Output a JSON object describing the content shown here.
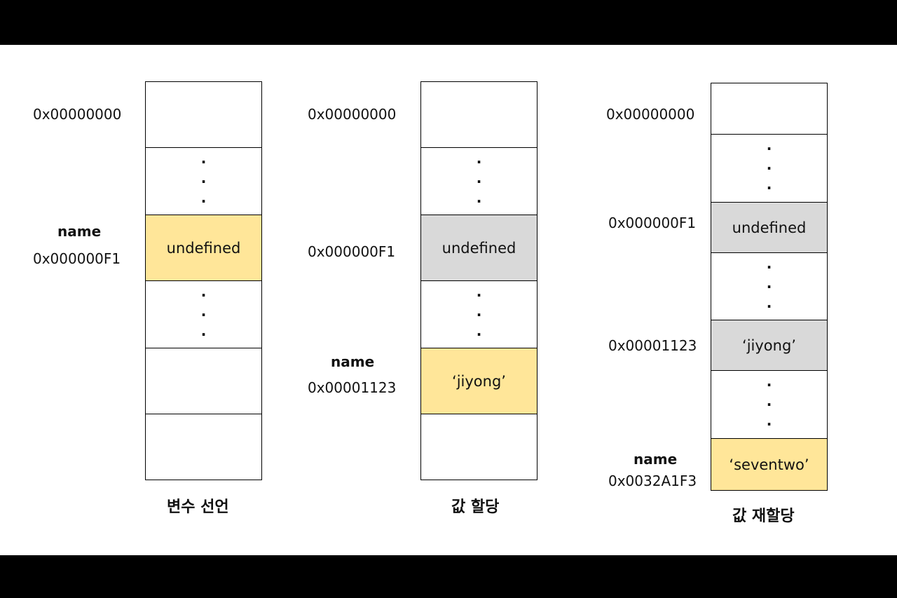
{
  "panels": [
    {
      "caption": "변수 선언",
      "variable": "name",
      "addresses": [
        "0x00000000",
        "0x000000F1"
      ],
      "cells": [
        {
          "kind": "empty"
        },
        {
          "kind": "dots",
          "dots": "· · ·"
        },
        {
          "kind": "value",
          "value": "undefined",
          "highlight": "yellow"
        },
        {
          "kind": "dots",
          "dots": "· · ·"
        },
        {
          "kind": "empty"
        },
        {
          "kind": "empty"
        }
      ]
    },
    {
      "caption": "값 할당",
      "variable": "name",
      "addresses": [
        "0x00000000",
        "0x000000F1",
        "0x00001123"
      ],
      "cells": [
        {
          "kind": "empty"
        },
        {
          "kind": "dots"
        },
        {
          "kind": "value",
          "value": "undefined",
          "highlight": "gray"
        },
        {
          "kind": "dots"
        },
        {
          "kind": "value",
          "value": "‘jiyong’",
          "highlight": "yellow"
        },
        {
          "kind": "empty"
        }
      ]
    },
    {
      "caption": "값 재할당",
      "variable": "name",
      "addresses": [
        "0x00000000",
        "0x000000F1",
        "0x00001123",
        "0x0032A1F3"
      ],
      "cells": [
        {
          "kind": "empty"
        },
        {
          "kind": "dots"
        },
        {
          "kind": "value",
          "value": "undefined",
          "highlight": "gray"
        },
        {
          "kind": "dots"
        },
        {
          "kind": "value",
          "value": "‘jiyong’",
          "highlight": "gray"
        },
        {
          "kind": "dots"
        },
        {
          "kind": "value",
          "value": "‘seventwo’",
          "highlight": "yellow"
        }
      ]
    }
  ],
  "colors": {
    "current": "#ffe699",
    "stale": "#d9d9d9",
    "frame": "#000000"
  }
}
